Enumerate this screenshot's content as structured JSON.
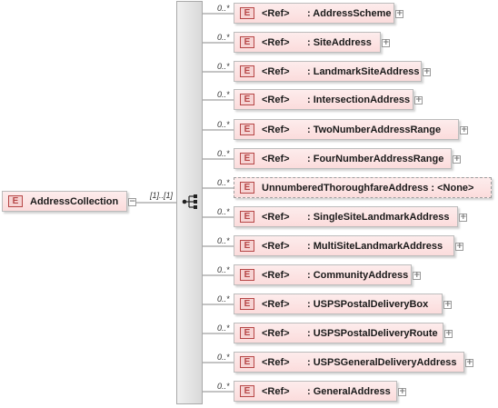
{
  "root": {
    "badge": "E",
    "label": "AddressCollection",
    "toggle": "−"
  },
  "sequence": {
    "multiplicity": "[1]..[1]"
  },
  "children": [
    {
      "badge": "E",
      "prefix": "<Ref>",
      "name": ": AddressScheme",
      "multiplicity": "0..*",
      "toggle": "+",
      "dashed": false
    },
    {
      "badge": "E",
      "prefix": "<Ref>",
      "name": ": SiteAddress",
      "multiplicity": "0..*",
      "toggle": "+",
      "dashed": false
    },
    {
      "badge": "E",
      "prefix": "<Ref>",
      "name": ": LandmarkSiteAddress",
      "multiplicity": "0..*",
      "toggle": "+",
      "dashed": false
    },
    {
      "badge": "E",
      "prefix": "<Ref>",
      "name": ": IntersectionAddress",
      "multiplicity": "0..*",
      "toggle": "+",
      "dashed": false
    },
    {
      "badge": "E",
      "prefix": "<Ref>",
      "name": ": TwoNumberAddressRange",
      "multiplicity": "0..*",
      "toggle": "+",
      "dashed": false
    },
    {
      "badge": "E",
      "prefix": "<Ref>",
      "name": ": FourNumberAddressRange",
      "multiplicity": "0..*",
      "toggle": "+",
      "dashed": false
    },
    {
      "badge": "E",
      "prefix": "",
      "name": "UnnumberedThoroughfareAddress : <None>",
      "multiplicity": "0..*",
      "toggle": "",
      "dashed": true
    },
    {
      "badge": "E",
      "prefix": "<Ref>",
      "name": ": SingleSiteLandmarkAddress",
      "multiplicity": "0..*",
      "toggle": "+",
      "dashed": false
    },
    {
      "badge": "E",
      "prefix": "<Ref>",
      "name": ": MultiSiteLandmarkAddress",
      "multiplicity": "0..*",
      "toggle": "+",
      "dashed": false
    },
    {
      "badge": "E",
      "prefix": "<Ref>",
      "name": ": CommunityAddress",
      "multiplicity": "0..*",
      "toggle": "+",
      "dashed": false
    },
    {
      "badge": "E",
      "prefix": "<Ref>",
      "name": ": USPSPostalDeliveryBox",
      "multiplicity": "0..*",
      "toggle": "+",
      "dashed": false
    },
    {
      "badge": "E",
      "prefix": "<Ref>",
      "name": ": USPSPostalDeliveryRoute",
      "multiplicity": "0..*",
      "toggle": "+",
      "dashed": false
    },
    {
      "badge": "E",
      "prefix": "<Ref>",
      "name": ": USPSGeneralDeliveryAddress",
      "multiplicity": "0..*",
      "toggle": "+",
      "dashed": false
    },
    {
      "badge": "E",
      "prefix": "<Ref>",
      "name": ": GeneralAddress",
      "multiplicity": "0..*",
      "toggle": "+",
      "dashed": false
    }
  ]
}
